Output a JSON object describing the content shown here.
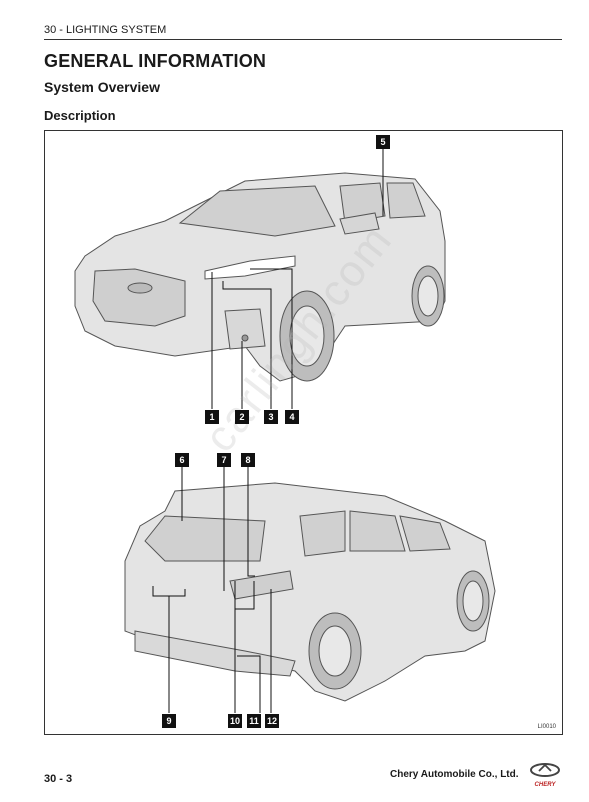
{
  "header": {
    "section": "30 - LIGHTING SYSTEM"
  },
  "title": "GENERAL INFORMATION",
  "subtitle": "System Overview",
  "subheading": "Description",
  "figure": {
    "code": "LI0010",
    "watermark": "carlingh.com",
    "callouts": [
      "1",
      "2",
      "3",
      "4",
      "5",
      "6",
      "7",
      "8",
      "9",
      "10",
      "11",
      "12"
    ]
  },
  "footer": {
    "page": "30 - 3",
    "company": "Chery Automobile Co., Ltd.",
    "logo_text": "CHERY"
  }
}
